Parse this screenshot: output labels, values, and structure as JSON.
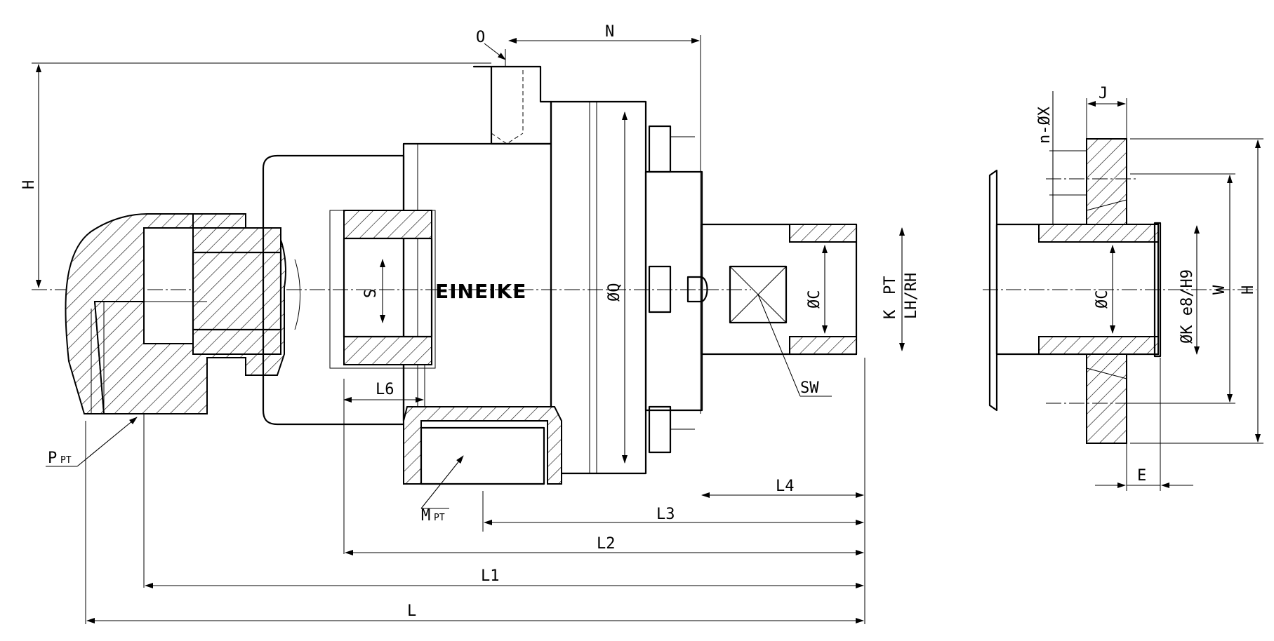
{
  "drawing": {
    "brand": "EINEIKE",
    "labels": {
      "O": "O",
      "N": "N",
      "H_left": "H",
      "S": "S",
      "Q": "ØQ",
      "C_main": "ØC",
      "K": "K",
      "PT": "PT",
      "LHRH": "LH/RH",
      "SW": "SW",
      "L6": "L6",
      "L4": "L4",
      "L3": "L3",
      "L2": "L2",
      "L1": "L1",
      "L": "L",
      "P": "P",
      "P_sub": "PT",
      "M": "M",
      "M_sub": "PT",
      "nX": "n-ØX",
      "J": "J",
      "C_flange": "ØC",
      "Ke8": "ØK e8/H9",
      "W": "W",
      "H_right": "H",
      "E": "E"
    }
  }
}
